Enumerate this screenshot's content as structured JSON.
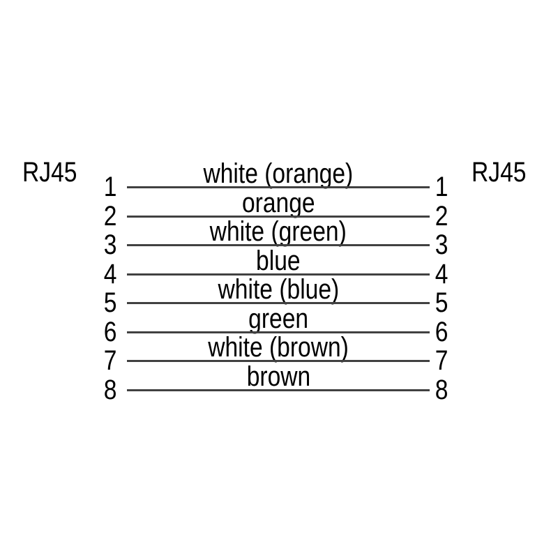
{
  "diagram": {
    "type": "rj45-straight-through-cable-pinout",
    "connectors": {
      "left_label": "RJ45",
      "right_label": "RJ45"
    },
    "wires": [
      {
        "pin_left": "1",
        "pin_right": "1",
        "label": "white (orange)"
      },
      {
        "pin_left": "2",
        "pin_right": "2",
        "label": "orange"
      },
      {
        "pin_left": "3",
        "pin_right": "3",
        "label": "white (green)"
      },
      {
        "pin_left": "4",
        "pin_right": "4",
        "label": "blue"
      },
      {
        "pin_left": "5",
        "pin_right": "5",
        "label": "white (blue)"
      },
      {
        "pin_left": "6",
        "pin_right": "6",
        "label": "green"
      },
      {
        "pin_left": "7",
        "pin_right": "7",
        "label": "white (brown)"
      },
      {
        "pin_left": "8",
        "pin_right": "8",
        "label": "brown"
      }
    ],
    "colors": {
      "background": "#ffffff",
      "text": "#000000",
      "wire_line": "#414141"
    }
  }
}
